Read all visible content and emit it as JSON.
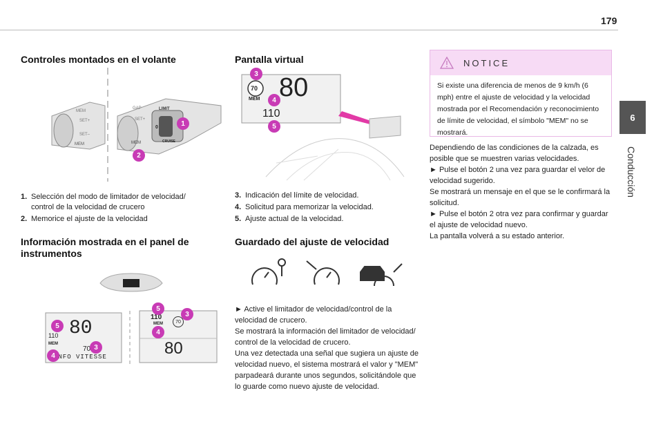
{
  "page": {
    "number": "179",
    "chapter_number": "6",
    "chapter_title": "Conducción"
  },
  "steering": {
    "heading": "Controles montados en el volante",
    "figure": {
      "labels": {
        "mem": "MEM",
        "set_plus": "SET+",
        "set_minus": "SET–",
        "gap": "GAP",
        "limit": "LIMIT",
        "zero": "0",
        "cruise": "CRUISE"
      }
    },
    "items": [
      {
        "num": "1.",
        "text": "Selección del modo de limitador de velocidad/ control de la velocidad de crucero"
      },
      {
        "num": "2.",
        "text": "Memorice el ajuste de la velocidad"
      }
    ]
  },
  "panel": {
    "heading": "Información mostrada en el panel de instrumentos",
    "left_display": {
      "speed": "80",
      "current": "110",
      "mem": "MEM",
      "limit": "70",
      "footer": "INFO VITESSE"
    },
    "right_display": {
      "current": "110",
      "mem": "MEM",
      "limit": "70",
      "speed": "80"
    }
  },
  "virtual": {
    "heading": "Pantalla virtual",
    "display": {
      "limit": "70",
      "mem": "MEM",
      "speed": "80",
      "current": "110"
    },
    "items": [
      {
        "num": "3.",
        "text": "Indicación del límite de velocidad."
      },
      {
        "num": "4.",
        "text": "Solicitud para memorizar la velocidad."
      },
      {
        "num": "5.",
        "text": "Ajuste actual de la velocidad."
      }
    ]
  },
  "saving": {
    "heading": "Guardado del ajuste de velocidad",
    "lines": [
      "► Active el limitador de velocidad/control de la velocidad de crucero.",
      "Se mostrará la información del limitador de velocidad/ control de la velocidad de crucero.",
      "Una vez detectada una señal que sugiera un ajuste de velocidad nuevo, el sistema mostrará el valor y \"MEM\" parpadeará durante unos segundos, solicitándole que lo guarde como nuevo ajuste de velocidad."
    ]
  },
  "notice": {
    "title": "NOTICE",
    "text": "Si existe una diferencia de menos de 9 km/h (6 mph) entre el ajuste de velocidad y la velocidad mostrada por el Recomendación y reconocimiento de límite de velocidad, el símbolo \"MEM\" no se mostrará."
  },
  "right_col": {
    "lines": [
      "Dependiendo de las condiciones de la calzada, es posible que se muestren varias velocidades.",
      "► Pulse el botón 2 una vez para guardar el velor de velocidad sugerido.",
      "Se mostrará un mensaje en el que se le confirmará la solicitud.",
      "► Pulse el botón 2 otra vez para confirmar y guardar el ajuste de velocidad nuevo.",
      "La pantalla volverá a su estado anterior."
    ]
  },
  "badges": {
    "b1": "1",
    "b2": "2",
    "b3": "3",
    "b4": "4",
    "b5": "5"
  },
  "colors": {
    "accent": "#c83bb5",
    "notice_bg": "#f7dbf5",
    "tab": "#555555"
  }
}
